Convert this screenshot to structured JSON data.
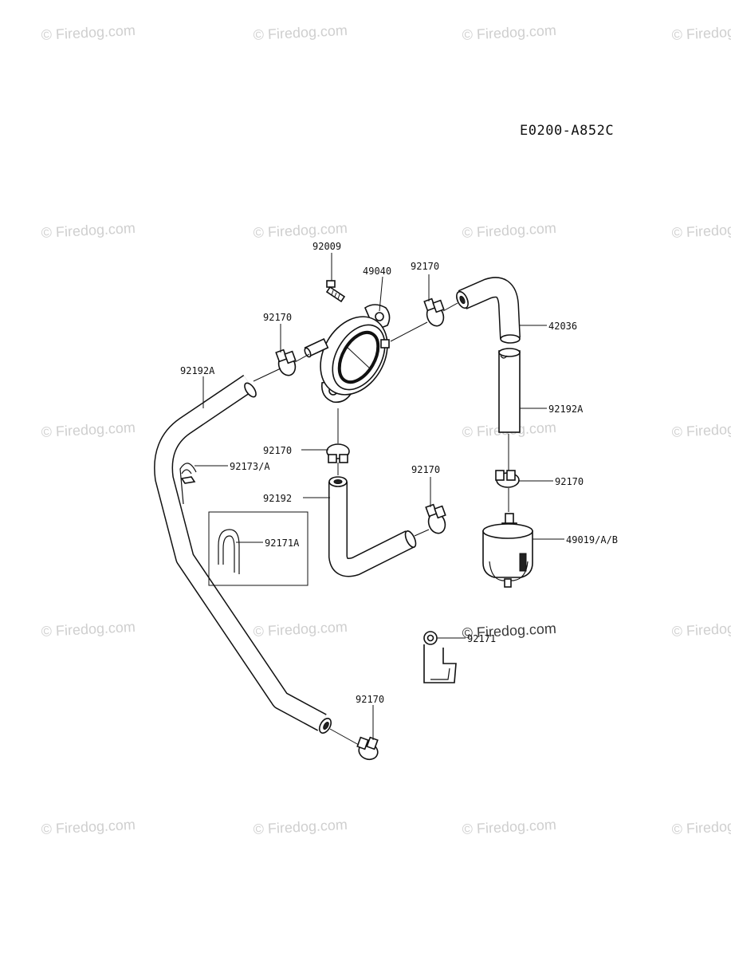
{
  "diagram": {
    "code": "E0200-A852C",
    "labels": [
      {
        "id": "92009",
        "text": "92009"
      },
      {
        "id": "49040",
        "text": "49040"
      },
      {
        "id": "92170-top",
        "text": "92170"
      },
      {
        "id": "92170-left",
        "text": "92170"
      },
      {
        "id": "42036",
        "text": "42036"
      },
      {
        "id": "92192A-left",
        "text": "92192A"
      },
      {
        "id": "92192A-right",
        "text": "92192A"
      },
      {
        "id": "92170-mid",
        "text": "92170"
      },
      {
        "id": "92173A",
        "text": "92173/A"
      },
      {
        "id": "92170-right",
        "text": "92170"
      },
      {
        "id": "92170-center",
        "text": "92170"
      },
      {
        "id": "92192",
        "text": "92192"
      },
      {
        "id": "92171A",
        "text": "92171A"
      },
      {
        "id": "49019AB",
        "text": "49019/A/B"
      },
      {
        "id": "92171",
        "text": "92171"
      },
      {
        "id": "92170-bottom",
        "text": "92170"
      }
    ]
  },
  "watermark": {
    "text": "© Firedog.com"
  }
}
